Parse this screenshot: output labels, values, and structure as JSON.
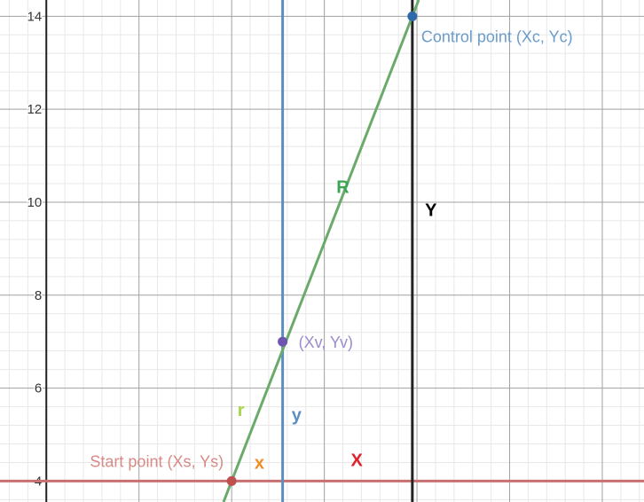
{
  "graph": {
    "x_range": [
      -1,
      12.9
    ],
    "y_range": [
      3.55,
      14.35
    ],
    "minor_step": 0.4,
    "major_step": 2,
    "y_tick_labels": [
      {
        "value": 4,
        "label": "4"
      },
      {
        "value": 6,
        "label": "6"
      },
      {
        "value": 8,
        "label": "8"
      },
      {
        "value": 10,
        "label": "10"
      },
      {
        "value": 12,
        "label": "12"
      },
      {
        "value": 14,
        "label": "14"
      }
    ],
    "colors": {
      "minor_grid": "#e8e8e8",
      "major_grid": "#a0a0a0",
      "axis": "#222222",
      "horizontal_line": "#c87070",
      "vertical_line_blue": "#5b8fc2",
      "vertical_line_black": "#222222",
      "slanted_line": "#6aaa6a",
      "start_point": "#c0504d",
      "intersection_point": "#6e56b0",
      "control_point": "#2e6aa8"
    }
  },
  "lines": {
    "horizontal_y": 4,
    "vertical_blue_x": 5.1,
    "vertical_black_x": 7.9,
    "slanted_from": [
      4,
      4
    ],
    "slanted_to": [
      7.9,
      14
    ]
  },
  "points": {
    "start": {
      "x": 4,
      "y": 4,
      "label": "Start point (Xs, Ys)",
      "color": "#d88a86"
    },
    "intersection": {
      "x": 5.1,
      "y": 7,
      "label": "(Xv, Yv)",
      "color": "#9c8ccc"
    },
    "control": {
      "x": 7.9,
      "y": 14,
      "label": "Control point (Xc, Yc)",
      "color": "#6b9ccc"
    }
  },
  "letters": {
    "R": {
      "text": "R",
      "color": "#3aa655"
    },
    "Y": {
      "text": "Y",
      "color": "#000000"
    },
    "r": {
      "text": "r",
      "color": "#a8d447"
    },
    "y": {
      "text": "y",
      "color": "#5b8fc2"
    },
    "x": {
      "text": "x",
      "color": "#f08c28"
    },
    "X": {
      "text": "X",
      "color": "#e0202a"
    }
  }
}
